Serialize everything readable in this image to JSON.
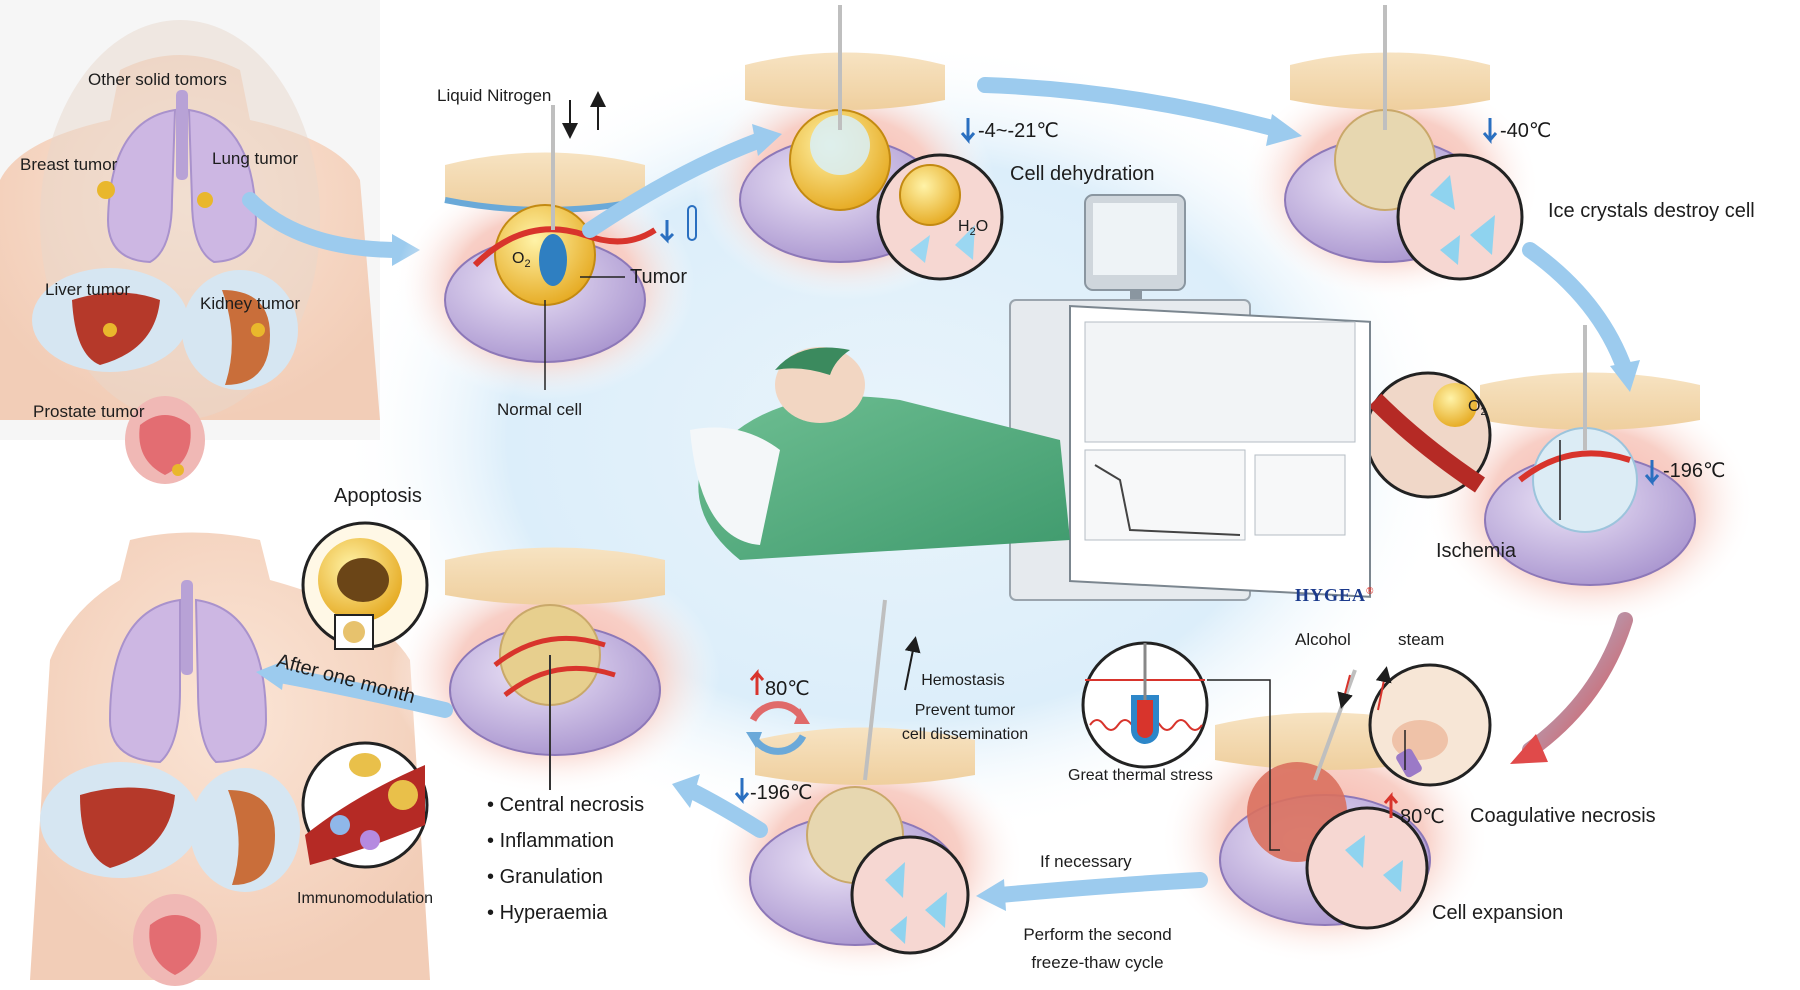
{
  "body_panel": {
    "other_tumors": "Other solid tomors",
    "breast": "Breast tumor",
    "lung": "Lung tumor",
    "liver": "Liver tumor",
    "kidney": "Kidney tumor",
    "prostate": "Prostate tumor"
  },
  "stage_insertion": {
    "nitrogen": "Liquid Nitrogen",
    "tumor": "Tumor",
    "normal": "Normal cell",
    "o2": "O",
    "o2_sub": "2"
  },
  "stage_dehydration": {
    "temp": "-4~-21℃",
    "label": "Cell dehydration",
    "h2o": "H",
    "h2o_sub": "2",
    "h2o_end": "O"
  },
  "stage_ice": {
    "temp": "-40℃",
    "label": "Ice crystals destroy cell"
  },
  "stage_ischemia": {
    "temp": "-196℃",
    "label": "Ischemia",
    "o2": "O",
    "o2_sub": "2"
  },
  "stage_heat": {
    "alcohol": "Alcohol",
    "steam": "steam",
    "temp": "80℃",
    "coagulative": "Coagulative necrosis",
    "expansion": "Cell expansion",
    "thermal": "Great thermal stress"
  },
  "second_cycle": {
    "if_necessary": "If necessary",
    "line1": "Perform the second",
    "line2": "freeze-thaw  cycle"
  },
  "stage_hemostasis": {
    "hot": "80℃",
    "cold": "-196℃",
    "hemostasis": "Hemostasis",
    "prevent1": "Prevent tumor",
    "prevent2": "cell dissemination"
  },
  "stage_necrosis": {
    "items": [
      "Central necrosis",
      "Inflammation",
      "Granulation",
      "Hyperaemia"
    ]
  },
  "outcome": {
    "after": "After one month",
    "apoptosis": "Apoptosis",
    "immuno": "Immunomodulation"
  },
  "device": {
    "brand": "HYGEA",
    "mark": "®"
  },
  "colors": {
    "skin": "#f3d6a8",
    "tumor": "#f1c232",
    "normal": "#b9a6d6",
    "vessel": "#d8342c",
    "ice": "#8fd3ef",
    "arrow_blue": "#8cc8ec",
    "cold_blue": "#2a6fc0",
    "hot_red": "#d8342c"
  }
}
